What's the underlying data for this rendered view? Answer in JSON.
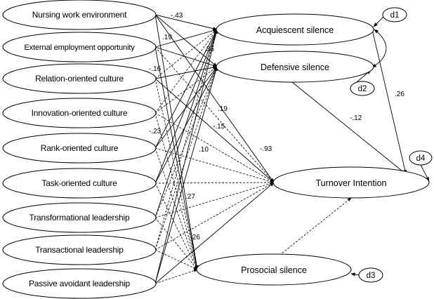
{
  "predictors": [
    {
      "id": "nwe",
      "label": "Nursing work environment"
    },
    {
      "id": "eeo",
      "label": "External employment opportunity"
    },
    {
      "id": "roc",
      "label": "Relation-oriented culture"
    },
    {
      "id": "ioc",
      "label": "Innovation-oriented culture"
    },
    {
      "id": "rkc",
      "label": "Rank-oriented  culture"
    },
    {
      "id": "toc",
      "label": "Task-oriented  culture"
    },
    {
      "id": "tfl",
      "label": "Transformational leadership"
    },
    {
      "id": "tal",
      "label": "Transactional leadership"
    },
    {
      "id": "pal",
      "label": "Passive avoidant leadership"
    }
  ],
  "outcomes": [
    {
      "id": "acq",
      "label": "Acquiescent silence"
    },
    {
      "id": "def",
      "label": "Defensive silence"
    },
    {
      "id": "ti",
      "label": "Turnover Intention"
    },
    {
      "id": "pro",
      "label": "Prosocial silence"
    }
  ],
  "errors": [
    {
      "id": "d1",
      "label": "d1"
    },
    {
      "id": "d2",
      "label": "d2"
    },
    {
      "id": "d3",
      "label": "d3"
    },
    {
      "id": "d4",
      "label": "d4"
    }
  ],
  "coefficients": [
    {
      "id": "c_nwe_acq",
      "value": "-.43"
    },
    {
      "id": "c_eeo_acq",
      "value": ".19"
    },
    {
      "id": "c_eeo_def",
      "value": ".35"
    },
    {
      "id": "c_roc_def",
      "value": "-.16"
    },
    {
      "id": "c_def_ti",
      "value": "-.12"
    },
    {
      "id": "c_acq_ti",
      "value": ".26"
    },
    {
      "id": "c_19",
      "value": ".19"
    },
    {
      "id": "c_15",
      "value": "-.15"
    },
    {
      "id": "c_23",
      "value": "-.23"
    },
    {
      "id": "c_10",
      "value": ".10"
    },
    {
      "id": "c_93",
      "value": "-.93"
    },
    {
      "id": "c_27",
      "value": ".27"
    },
    {
      "id": "c_26b",
      "value": ".26"
    }
  ]
}
